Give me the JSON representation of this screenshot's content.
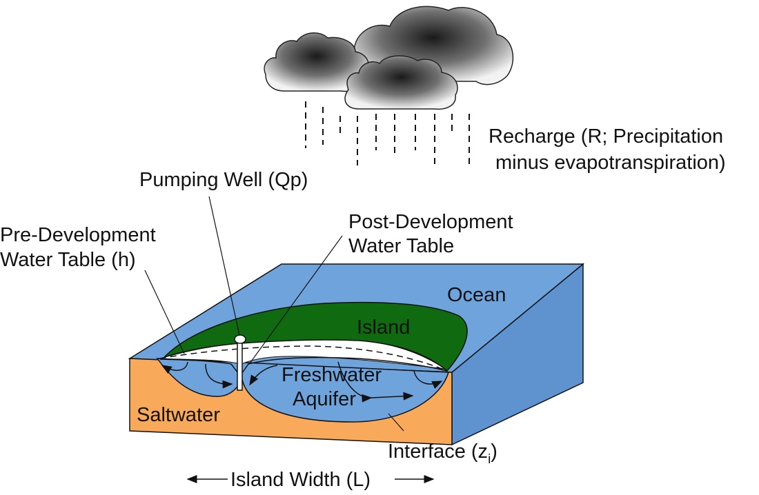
{
  "labels": {
    "recharge_line1": "Recharge (R; Precipitation",
    "recharge_line2": "minus evapotranspiration)",
    "pumping_well": "Pumping Well (Qp)",
    "pre_dev_line1": "Pre-Development",
    "pre_dev_line2": "Water Table (h)",
    "post_dev_line1": "Post-Development",
    "post_dev_line2": "Water Table",
    "ocean": "Ocean",
    "island": "Island",
    "freshwater_line1": "Freshwater",
    "freshwater_line2": "Aquifer",
    "saltwater": "Saltwater",
    "interface_main": "Interface (z",
    "interface_sub": "i",
    "interface_close": ")",
    "island_width": "Island Width (L)"
  },
  "colors": {
    "ocean": "#6fa3dc",
    "ocean_side": "#5e93d0",
    "island": "#0f6a10",
    "saltwater": "#f8a95a",
    "freshwater": "#6fa3dc",
    "unsaturated": "#ffffff",
    "cloud_dark": "#1a1a1a",
    "cloud_light": "#f2f2f2"
  }
}
